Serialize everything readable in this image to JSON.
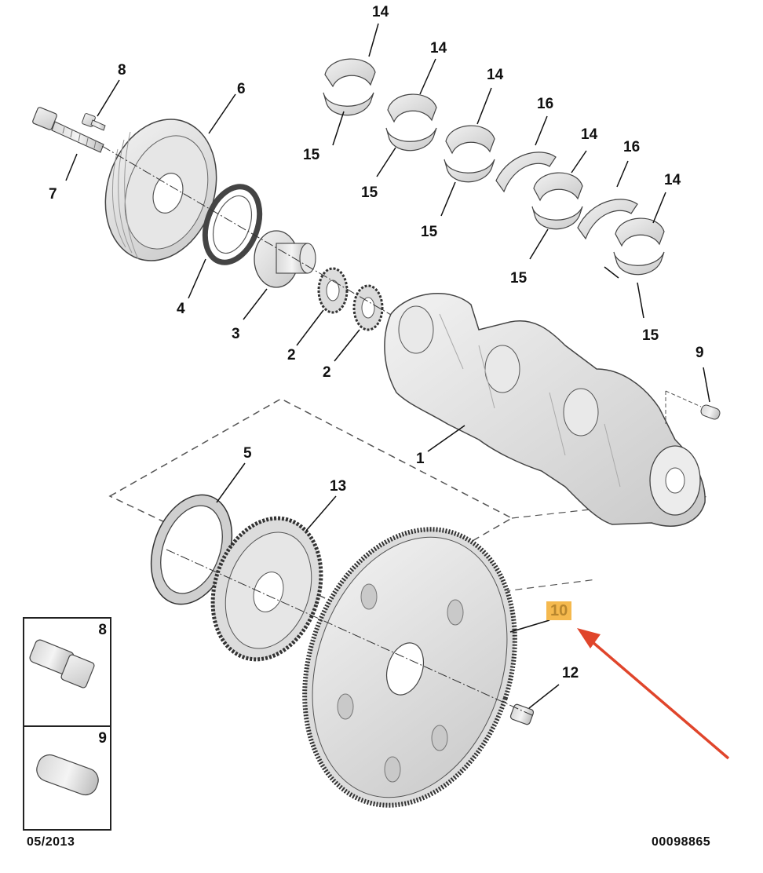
{
  "callouts": {
    "c1": "1",
    "c2a": "2",
    "c2b": "2",
    "c3": "3",
    "c4": "4",
    "c5": "5",
    "c6": "6",
    "c7": "7",
    "c8": "8",
    "c9": "9",
    "c10": "10",
    "c12": "12",
    "c13": "13",
    "c14a": "14",
    "c14b": "14",
    "c14c": "14",
    "c14d": "14",
    "c14e": "14",
    "c15a": "15",
    "c15b": "15",
    "c15c": "15",
    "c15d": "15",
    "c15e": "15",
    "c16a": "16",
    "c16b": "16"
  },
  "inset": {
    "top_label": "8",
    "bottom_label": "9"
  },
  "footer": {
    "date": "05/2013",
    "code": "00098865"
  },
  "colors": {
    "highlight": "#f5b94e",
    "arrow": "#e0452b",
    "part_fill": "#e4e4e4",
    "line": "#333333"
  }
}
